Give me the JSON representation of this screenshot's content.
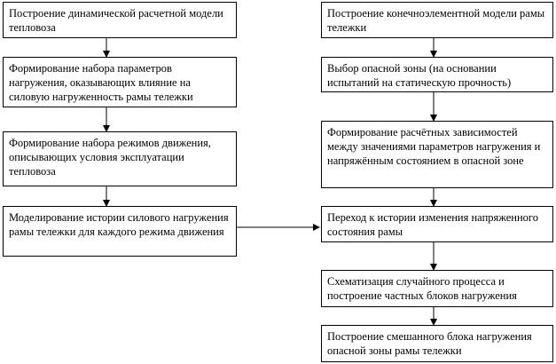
{
  "left_column": [
    {
      "id": "l1",
      "text": "Построение динамической расчетной модели тепловоза"
    },
    {
      "id": "l2",
      "text": "Формирование набора параметров нагружения, оказывающих влияние на силовую нагруженность рамы тележки"
    },
    {
      "id": "l3",
      "text": "Формирование набора режимов движения, описывающих условия эксплуатации тепловоза"
    },
    {
      "id": "l4",
      "text": "Моделирование истории силового нагружения рамы тележки для каждого режима движения"
    }
  ],
  "right_column": [
    {
      "id": "r1",
      "text": "Построение конечноэлементной модели рамы тележки"
    },
    {
      "id": "r2",
      "text": "Выбор опасной зоны (на основании испытаний на статическую прочность)"
    },
    {
      "id": "r3",
      "text": "Формирование расчётных зависимостей между значениями параметров нагружения и напряжённым состоянием в опасной зоне"
    },
    {
      "id": "r4",
      "text": "Переход к истории изменения напряженного состояния рамы"
    },
    {
      "id": "r5",
      "text": "Схематизация случайного процесса и построение частных блоков нагружения"
    },
    {
      "id": "r6",
      "text": "Построение смешанного блока нагружения опасной зоны рамы тележки"
    }
  ]
}
